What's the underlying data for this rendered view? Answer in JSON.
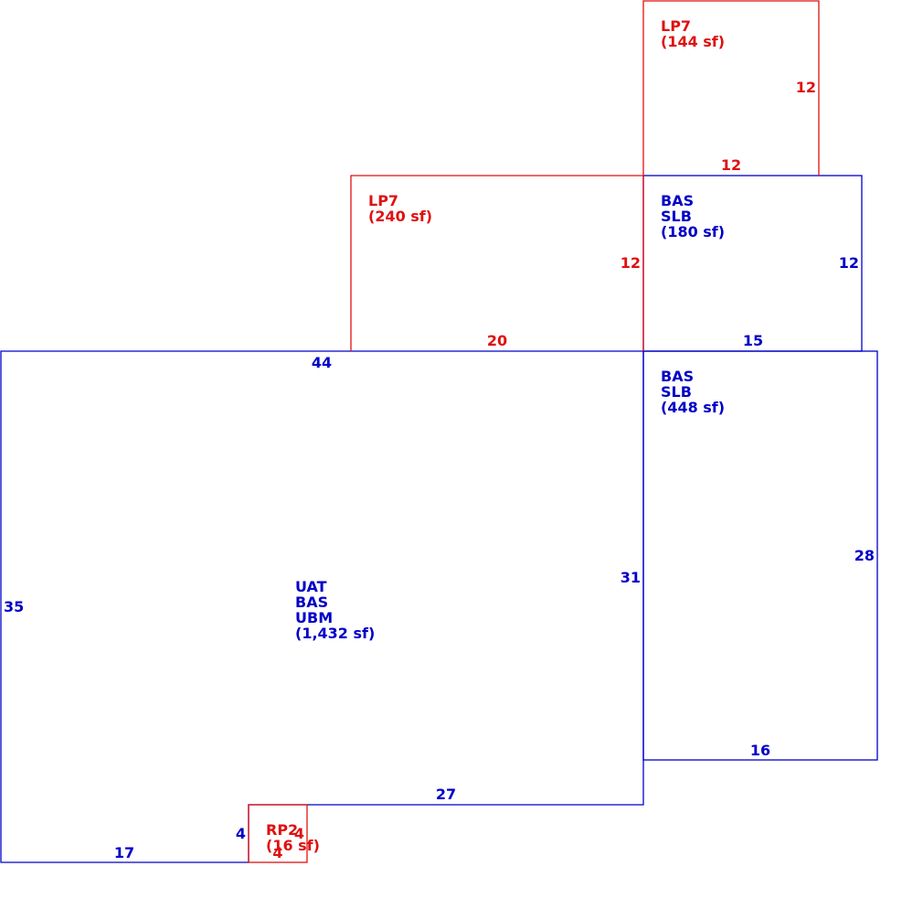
{
  "colors": {
    "main_structure": "#0000c8",
    "porch": "#e01010",
    "background": "#ffffff"
  },
  "sketch": {
    "areas": [
      {
        "id": "main",
        "kind": "main_structure",
        "lines": [
          "UAT",
          "BAS",
          "UBM",
          "(1,432 sf)"
        ],
        "dimensions": [
          {
            "id": "main-top",
            "text": "44"
          },
          {
            "id": "main-left",
            "text": "35"
          },
          {
            "id": "main-right",
            "text": "31"
          },
          {
            "id": "main-bottom-right",
            "text": "27"
          },
          {
            "id": "main-bottom-left",
            "text": "17"
          },
          {
            "id": "main-step",
            "text": "4"
          }
        ]
      },
      {
        "id": "slb-lower",
        "kind": "main_structure",
        "lines": [
          "BAS",
          "SLB",
          "(448 sf)"
        ],
        "dimensions": [
          {
            "id": "slb-lower-right",
            "text": "28"
          },
          {
            "id": "slb-lower-bottom",
            "text": "16"
          }
        ]
      },
      {
        "id": "slb-upper",
        "kind": "main_structure",
        "lines": [
          "BAS",
          "SLB",
          "(180 sf)"
        ],
        "dimensions": [
          {
            "id": "slb-upper-right",
            "text": "12"
          },
          {
            "id": "slb-upper-bottom",
            "text": "15"
          }
        ]
      },
      {
        "id": "lp7-left",
        "kind": "porch",
        "lines": [
          "LP7",
          "(240 sf)"
        ],
        "dimensions": [
          {
            "id": "lp7-left-right",
            "text": "12"
          },
          {
            "id": "lp7-left-bottom",
            "text": "20"
          }
        ]
      },
      {
        "id": "lp7-top",
        "kind": "porch",
        "lines": [
          "LP7",
          "(144 sf)"
        ],
        "dimensions": [
          {
            "id": "lp7-top-right",
            "text": "12"
          },
          {
            "id": "lp7-top-bottom",
            "text": "12"
          }
        ]
      },
      {
        "id": "rp2",
        "kind": "porch",
        "lines": [
          "RP2",
          "(16 sf)"
        ],
        "dimensions": [
          {
            "id": "rp2-right",
            "text": "4"
          },
          {
            "id": "rp2-bottom",
            "text": "4"
          }
        ]
      }
    ]
  }
}
